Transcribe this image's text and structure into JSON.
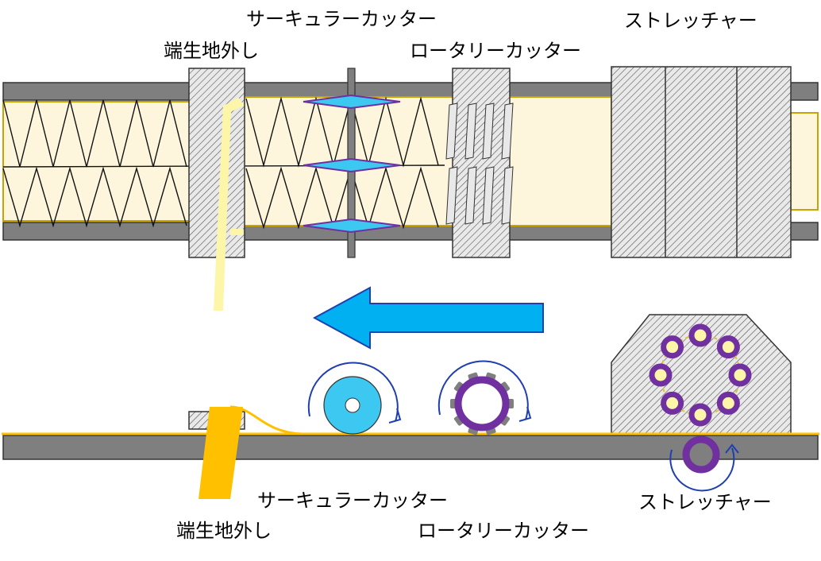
{
  "top_view": {
    "labels": {
      "edge_trim": "端生地外し",
      "circular_cutter": "サーキュラーカッター",
      "rotary_cutter": "ロータリーカッター",
      "stretcher": "ストレッチャー"
    }
  },
  "side_view": {
    "labels": {
      "edge_trim": "端生地外し",
      "circular_cutter": "サーキュラーカッター",
      "rotary_cutter": "ロータリーカッター",
      "stretcher": "ストレッチャー"
    }
  },
  "colors": {
    "rail": "#7f7f7f",
    "sheet": "#fdf6dc",
    "sheet_edge": "#c9a400",
    "trim_strip": "#fdf6a8",
    "trim_yellow": "#ffc000",
    "blade_blue": "#3cc8f0",
    "arrow_blue": "#00b0f0",
    "purple": "#7030a0",
    "dark_blue": "#1f3faf",
    "hatch_fill": "#e6e6e6"
  },
  "flow_direction": "left"
}
